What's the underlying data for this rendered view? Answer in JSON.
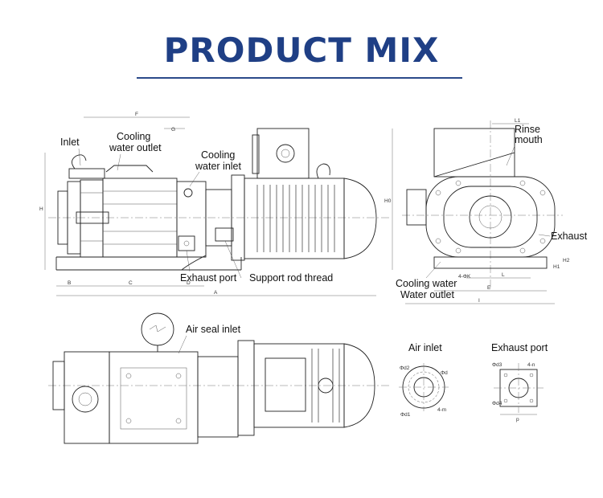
{
  "title": "PRODUCT MIX",
  "callouts": {
    "inlet": "Inlet",
    "cooling_water_outlet_1": "Cooling",
    "cooling_water_outlet_2": "water outlet",
    "cooling_water_inlet_1": "Cooling",
    "cooling_water_inlet_2": "water inlet",
    "rinse_mouth_1": "Rinse",
    "rinse_mouth_2": "mouth",
    "exhaust": "Exhaust",
    "exhaust_port": "Exhaust port",
    "support_rod_thread": "Support rod thread",
    "cooling_water_side": "Cooling water",
    "water_outlet": "Water outlet",
    "air_seal_inlet": "Air seal inlet",
    "air_inlet_title": "Air inlet",
    "exhaust_port_title": "Exhaust port"
  },
  "dimension_letters": {
    "F": "F",
    "G": "G",
    "H": "H",
    "H0": "H0",
    "B": "B",
    "C": "C",
    "D": "D",
    "A": "A",
    "L1": "L1",
    "L": "L",
    "E": "E",
    "I": "I",
    "H1": "H1",
    "H2": "H2",
    "hole_spec": "4-ΦK",
    "phi_d2": "Φd2",
    "phi_d": "Φd",
    "phi_d1": "Φd1",
    "four_m": "4-m",
    "phi_d3": "Φd3",
    "phi_d4": "Φd4",
    "four_n": "4-n",
    "p": "p"
  }
}
